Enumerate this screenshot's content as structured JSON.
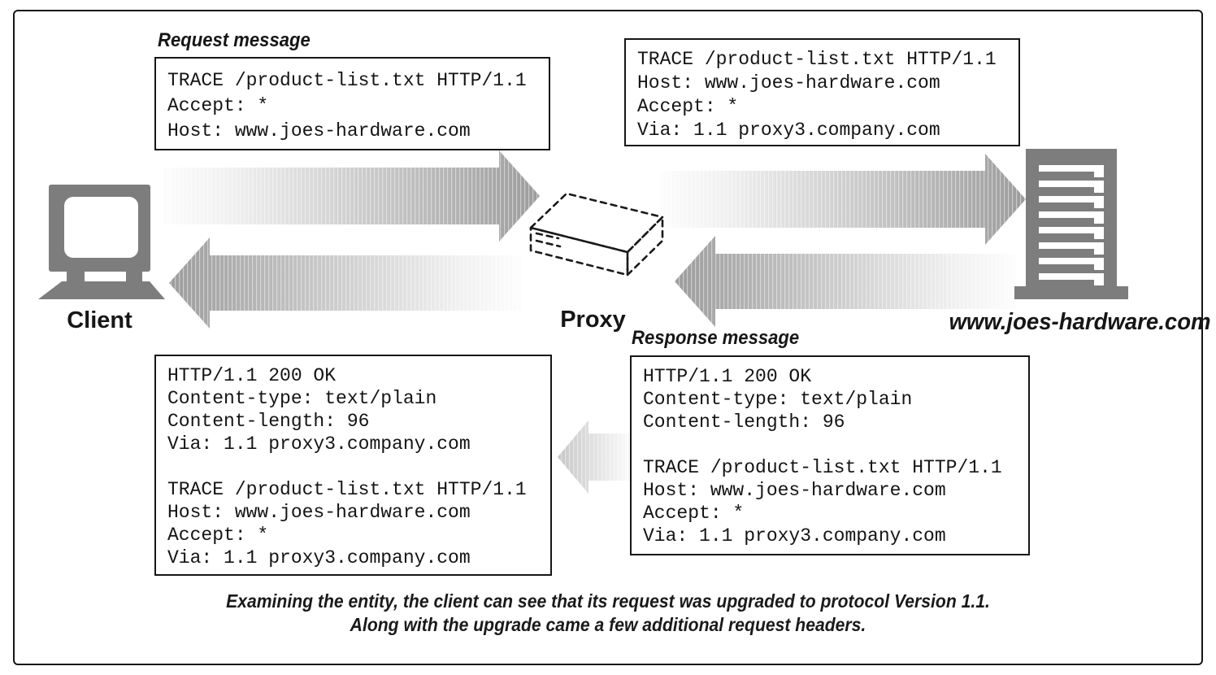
{
  "diagram": {
    "labels": {
      "request_message": "Request message",
      "response_message": "Response message",
      "client": "Client",
      "proxy": "Proxy",
      "server": "www.joes-hardware.com"
    },
    "messages": {
      "client_request": [
        "TRACE /product-list.txt HTTP/1.1",
        "Accept: *",
        "Host: www.joes-hardware.com"
      ],
      "proxy_request": [
        "TRACE /product-list.txt HTTP/1.1",
        "Host: www.joes-hardware.com",
        "Accept: *",
        "Via: 1.1 proxy3.company.com"
      ],
      "client_response": [
        "HTTP/1.1 200 OK",
        "Content-type: text/plain",
        "Content-length: 96",
        "Via: 1.1 proxy3.company.com",
        "",
        "TRACE /product-list.txt HTTP/1.1",
        "Host: www.joes-hardware.com",
        "Accept: *",
        "Via: 1.1 proxy3.company.com"
      ],
      "server_response": [
        "HTTP/1.1 200 OK",
        "Content-type: text/plain",
        "Content-length: 96",
        "",
        "TRACE /product-list.txt HTTP/1.1",
        "Host: www.joes-hardware.com",
        "Accept: *",
        "Via: 1.1 proxy3.company.com"
      ]
    },
    "caption": {
      "line1": "Examining the entity, the client can see that its request was upgraded to protocol Version 1.1.",
      "line2": "Along with the upgrade came a few additional request headers."
    },
    "colors": {
      "icon_gray": "#7d7d7d",
      "arrow_dark": "#9c9c9c",
      "arrow_light": "#fcfcfc",
      "line_black": "#161616"
    }
  }
}
